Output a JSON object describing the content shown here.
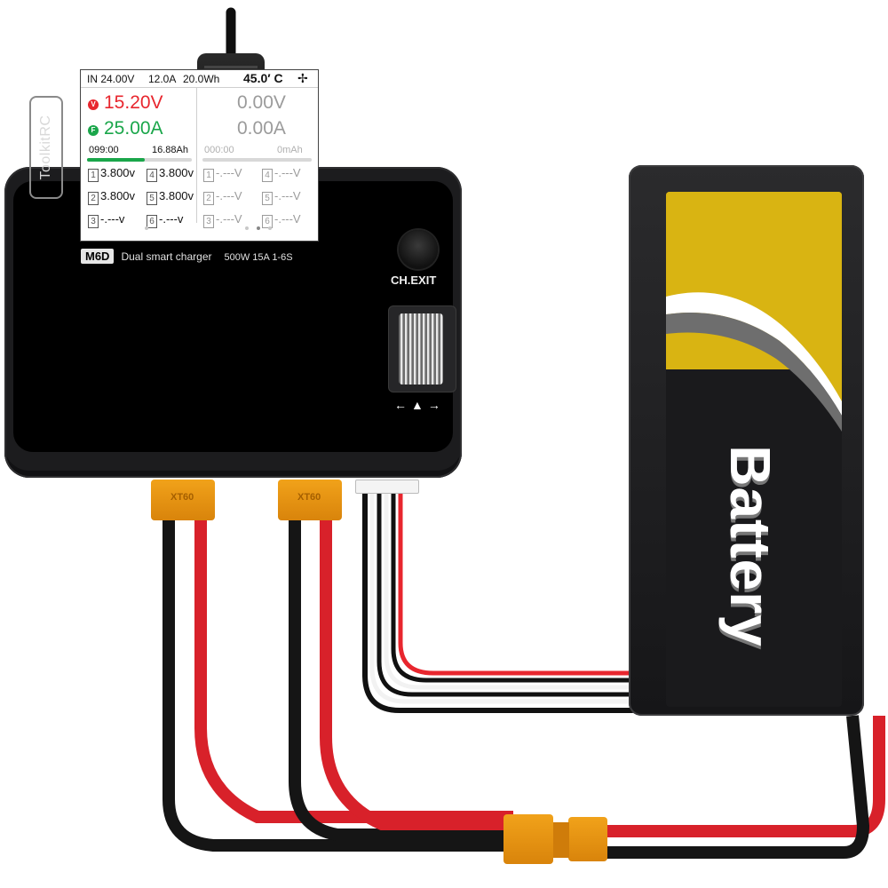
{
  "charger": {
    "brand": "ToolkitRC",
    "model_tag": "M6D",
    "model_text": "Dual smart charger",
    "spec": "500W 15A 1-6S",
    "buttons": {
      "exit_label": "CH.EXIT",
      "nav_arrows": "←▲→"
    }
  },
  "screen": {
    "status_bar": {
      "input_voltage": "IN 24.00V",
      "input_current": "12.0A",
      "input_energy": "20.0Wh",
      "temperature": "45.0′ C",
      "fan_icon": "fan-icon"
    },
    "channel1": {
      "voltage_badge": "V",
      "voltage": "15.20V",
      "current_badge": "F",
      "current": "25.00A",
      "time": "099:00",
      "capacity": "16.88Ah",
      "progress": 0.55,
      "cells": [
        {
          "n": "1",
          "v": "3.800v"
        },
        {
          "n": "4",
          "v": "3.800v"
        },
        {
          "n": "2",
          "v": "3.800v"
        },
        {
          "n": "5",
          "v": "3.800v"
        },
        {
          "n": "3",
          "v": "-.---v"
        },
        {
          "n": "6",
          "v": "-.---v"
        }
      ]
    },
    "channel2": {
      "voltage": "0.00V",
      "current": "0.00A",
      "time": "000:00",
      "capacity": "0mAh",
      "progress": 0,
      "cells": [
        {
          "n": "1",
          "v": "-.---V"
        },
        {
          "n": "4",
          "v": "-.---V"
        },
        {
          "n": "2",
          "v": "-.---V"
        },
        {
          "n": "5",
          "v": "-.---V"
        },
        {
          "n": "3",
          "v": "-.---V"
        },
        {
          "n": "6",
          "v": "-.---V"
        }
      ]
    }
  },
  "connectors": {
    "left_output": "XT60",
    "right_output": "XT60"
  },
  "battery": {
    "label": "Battery"
  },
  "colors": {
    "red": "#e8262e",
    "green": "#1aa64a",
    "gray_text": "#9b9b9b",
    "xt_orange": "#e8951a",
    "battery_yellow": "#d9b412"
  }
}
